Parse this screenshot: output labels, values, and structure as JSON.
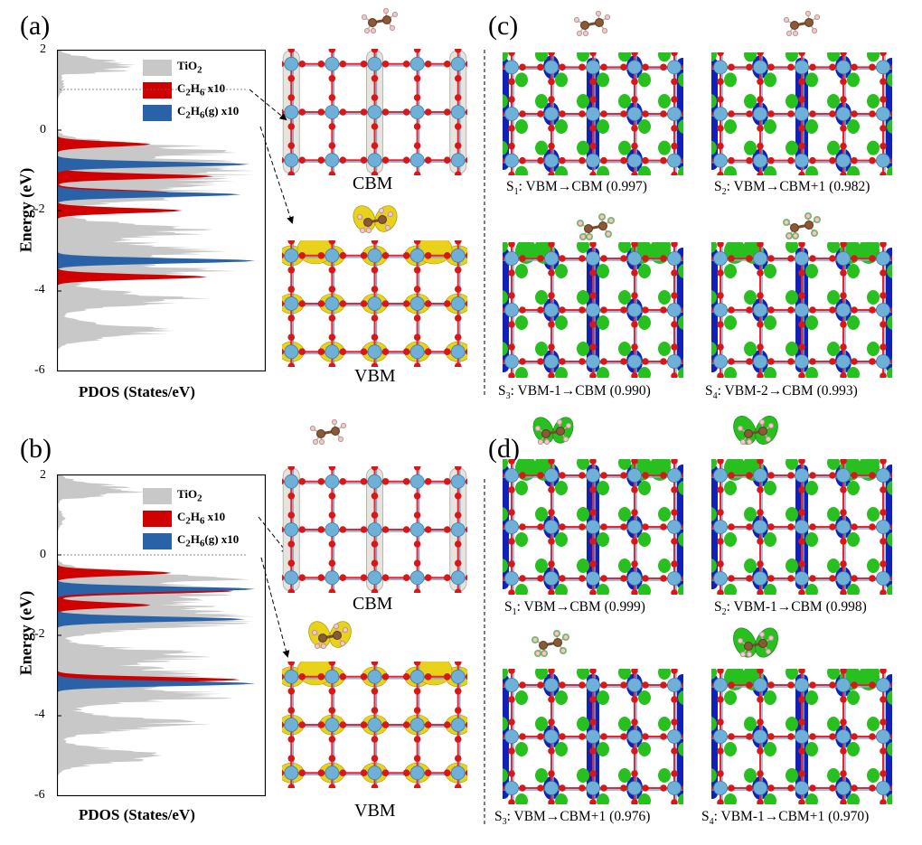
{
  "panels": {
    "a": {
      "letter": "(a)",
      "y_label": "Energy (eV)",
      "x_label": "PDOS (States/eV)",
      "yticks": [
        "2",
        "0",
        "-2",
        "-4",
        "-6"
      ],
      "legend": [
        {
          "text": "TiO",
          "sub": "2",
          "tail": "",
          "color": "#c8c8c8"
        },
        {
          "text": "C",
          "sub": "2",
          "mid": "H",
          "sub2": "6",
          "tail": " x10",
          "color": "#d00000"
        },
        {
          "text": "C",
          "sub": "2",
          "mid": "H",
          "sub2": "6",
          "tail": "(g) x10",
          "color": "#2a62a8"
        }
      ],
      "struct_labels": [
        "CBM",
        "VBM"
      ],
      "fermi_level_ev": 1.0
    },
    "b": {
      "letter": "(b)",
      "y_label": "Energy (eV)",
      "x_label": "PDOS (States/eV)",
      "yticks": [
        "2",
        "0",
        "-2",
        "-4",
        "-6"
      ],
      "legend": [
        {
          "text": "TiO",
          "sub": "2",
          "tail": "",
          "color": "#c8c8c8"
        },
        {
          "text": "C",
          "sub": "2",
          "mid": "H",
          "sub2": "6",
          "tail": " x10",
          "color": "#d00000"
        },
        {
          "text": "C",
          "sub": "2",
          "mid": "H",
          "sub2": "6",
          "tail": "(g) x10",
          "color": "#2a62a8"
        }
      ],
      "struct_labels": [
        "CBM",
        "VBM"
      ],
      "fermi_level_ev": 0.0
    },
    "c": {
      "letter": "(c)",
      "captions": [
        {
          "s": "S",
          "n": "1",
          "text": ": VBM→CBM (0.997)"
        },
        {
          "s": "S",
          "n": "2",
          "text": ": VBM→CBM+1 (0.982)"
        },
        {
          "s": "S",
          "n": "3",
          "text": ": VBM-1→CBM (0.990)"
        },
        {
          "s": "S",
          "n": "4",
          "text": ": VBM-2→CBM (0.993)"
        }
      ]
    },
    "d": {
      "letter": "(d)",
      "captions": [
        {
          "s": "S",
          "n": "1",
          "text": ": VBM→CBM (0.999)"
        },
        {
          "s": "S",
          "n": "2",
          "text": ": VBM-1→CBM (0.998)"
        },
        {
          "s": "S",
          "n": "3",
          "text": ": VBM→CBM+1 (0.976)"
        },
        {
          "s": "S",
          "n": "4",
          "text": ": VBM-1→CBM+1 (0.970)"
        }
      ]
    }
  },
  "colors": {
    "tio2": "#c8c8c8",
    "c2h6": "#d00000",
    "c2h6g": "#2a62a8",
    "ti_atom": "#6fb0d8",
    "o_atom": "#d81818",
    "iso_cbm": "#e6e4dc",
    "iso_vbm": "#e8d21a",
    "iso_green": "#27c01e",
    "iso_blue": "#1020b8"
  },
  "chart_data": [
    {
      "type": "area",
      "panel": "a",
      "title": "",
      "xlabel": "PDOS (States/eV)",
      "ylabel": "Energy (eV)",
      "ylim": [
        -6,
        2
      ],
      "grid": false,
      "legend_position": "top-right",
      "orientation": "horizontal",
      "series": [
        {
          "name": "TiO2",
          "peaks": [
            [
              1.6,
              0.45
            ],
            [
              1.1,
              0.3
            ],
            [
              -0.5,
              0.9
            ],
            [
              -0.9,
              0.95
            ],
            [
              -1.2,
              0.9
            ],
            [
              -1.6,
              0.85
            ],
            [
              -2.5,
              0.8
            ],
            [
              -3.0,
              0.85
            ],
            [
              -3.5,
              0.9
            ],
            [
              -4.2,
              0.75
            ],
            [
              -5.0,
              0.6
            ]
          ]
        },
        {
          "name": "C2H6 x10",
          "peaks": [
            [
              -0.35,
              0.45
            ],
            [
              -1.15,
              0.75
            ],
            [
              -1.55,
              0.55
            ],
            [
              -2.0,
              0.6
            ],
            [
              -3.65,
              0.72
            ]
          ]
        },
        {
          "name": "C2H6(g) x10",
          "peaks": [
            [
              -0.85,
              0.92
            ],
            [
              -1.6,
              0.88
            ],
            [
              -3.25,
              0.95
            ]
          ]
        }
      ]
    },
    {
      "type": "area",
      "panel": "b",
      "title": "",
      "xlabel": "PDOS (States/eV)",
      "ylabel": "Energy (eV)",
      "ylim": [
        -6,
        2
      ],
      "grid": false,
      "legend_position": "top-right",
      "orientation": "horizontal",
      "series": [
        {
          "name": "TiO2",
          "peaks": [
            [
              1.6,
              0.45
            ],
            [
              0.9,
              0.3
            ],
            [
              -0.6,
              0.9
            ],
            [
              -1.0,
              0.95
            ],
            [
              -1.4,
              0.9
            ],
            [
              -1.7,
              0.85
            ],
            [
              -2.5,
              0.85
            ],
            [
              -3.0,
              0.85
            ],
            [
              -3.5,
              0.9
            ],
            [
              -4.2,
              0.75
            ],
            [
              -5.0,
              0.6
            ]
          ]
        },
        {
          "name": "C2H6 x10",
          "peaks": [
            [
              -0.45,
              0.55
            ],
            [
              -0.9,
              0.85
            ],
            [
              -1.25,
              0.45
            ],
            [
              -3.1,
              0.88
            ]
          ]
        },
        {
          "name": "C2H6(g) x10",
          "peaks": [
            [
              -0.85,
              0.95
            ],
            [
              -1.6,
              0.9
            ],
            [
              -3.2,
              0.95
            ]
          ]
        }
      ]
    }
  ]
}
